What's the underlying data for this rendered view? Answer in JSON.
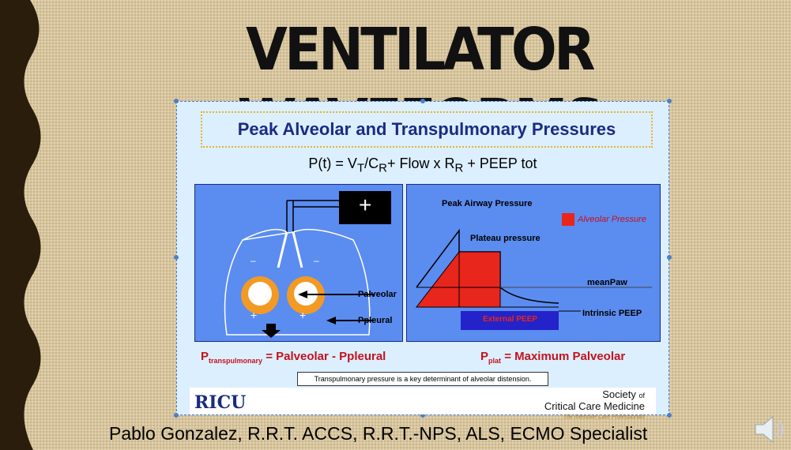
{
  "title": "VENTILATOR WAVEFORMS",
  "slide": {
    "heading": "Peak Alveolar and Transpulmonary Pressures",
    "formula_parts": {
      "p1": "P(t) = V",
      "s1": "T",
      "p2": "/C",
      "s2": "R",
      "p3": "+ Flow x R",
      "s3": "R",
      "p4": " + PEEP tot"
    },
    "left_panel": {
      "plus_symbol": "+",
      "palveolar": "Palveolar",
      "ppleural": "Ppleural"
    },
    "right_panel": {
      "peak": "Peak Airway Pressure",
      "alveolar_legend": "Alveolar Pressure",
      "plateau": "Plateau pressure",
      "meanpaw": "meanPaw",
      "intrinsic": "Intrinsic PEEP",
      "external": "External PEEP"
    },
    "eq_left": {
      "p": "P",
      "sub": "transpulmonary",
      "rest": " = Palveolar - Ppleural"
    },
    "eq_right": {
      "p": "P",
      "sub": "plat",
      "rest": " = Maximum Palveolar"
    },
    "note": "Transpulmonary pressure is a key determinant of  alveolar distension.",
    "logo": "RICU",
    "sccm_line1": "Society",
    "sccm_of": "of",
    "sccm_line2": "Critical Care Medicine",
    "sccm_tag": "The Intensive Care Professionals",
    "colors": {
      "panel": "#5b8cf0",
      "red": "#e8261c",
      "orange": "#f29a23",
      "navy": "#1a2c80"
    }
  },
  "author": "Pablo Gonzalez, R.R.T. ACCS, R.R.T.-NPS, ALS, ECMO Specialist",
  "icons": {
    "audio": "speaker-icon"
  }
}
